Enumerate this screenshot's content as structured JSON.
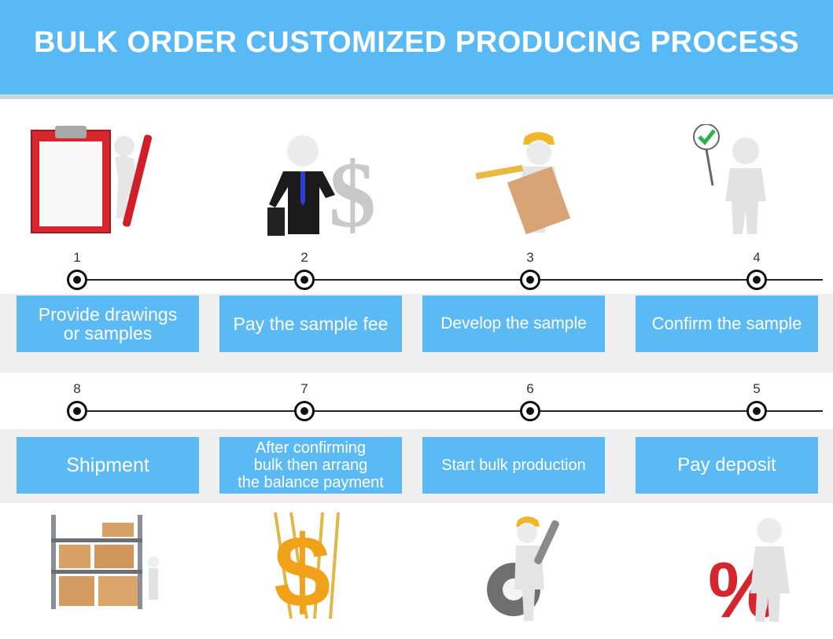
{
  "title": "BULK ORDER CUSTOMIZED PRODUCING PROCESS",
  "steps_top": [
    {
      "number": "1",
      "label": "Provide drawings\nor samples",
      "icon": "clipboard-pen-icon"
    },
    {
      "number": "2",
      "label": "Pay the sample fee",
      "icon": "businessman-dollar-icon"
    },
    {
      "number": "3",
      "label": "Develop the sample",
      "icon": "engineer-ruler-icon"
    },
    {
      "number": "4",
      "label": "Confirm the sample",
      "icon": "checkmark-approval-icon"
    }
  ],
  "steps_bottom": [
    {
      "number": "8",
      "label": "Shipment",
      "icon": "warehouse-boxes-icon"
    },
    {
      "number": "7",
      "label": "After confirming\nbulk then arrang\nthe balance payment",
      "icon": "dollar-ladder-icon"
    },
    {
      "number": "6",
      "label": "Start bulk production",
      "icon": "worker-wrench-gear-icon"
    },
    {
      "number": "5",
      "label": "Pay deposit",
      "icon": "percent-sign-icon"
    }
  ],
  "colors": {
    "header": "#59b9f5",
    "label_bg": "#5bb9f3",
    "text_on_blue": "#ffffff"
  }
}
